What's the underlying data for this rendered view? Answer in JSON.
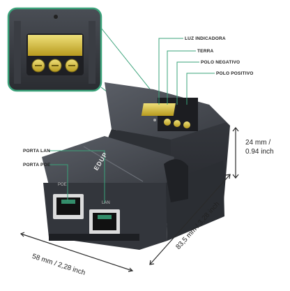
{
  "callouts": {
    "luz_indicadora": "LUZ INDICADORA",
    "terra": "TERRA",
    "polo_negativo": "POLO NEGATIVO",
    "polo_positivo": "POLO POSITIVO",
    "porta_lan": "PORTA LAN",
    "porta_poe": "PORTA POE"
  },
  "dimensions": {
    "height_mm": "24 mm /",
    "height_in": "0.94 inch",
    "length": "83,5 mm / 3,28 inch",
    "width": "58 mm / 2,28 inch"
  },
  "device": {
    "brand": "EDUP",
    "port_left": "POE",
    "port_right": "LAN"
  },
  "colors": {
    "callout_line": "#3aa37a",
    "body_dark": "#2f3238",
    "body_mid": "#4a4e55",
    "terminal_gold": "#d8c33a",
    "inset_border": "#3aa37a"
  }
}
